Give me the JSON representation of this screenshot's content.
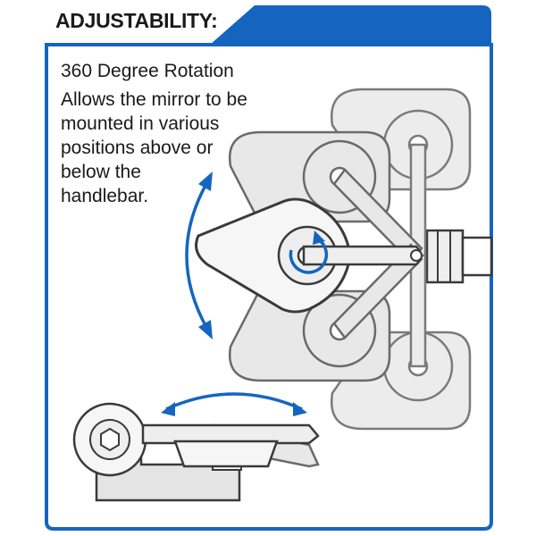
{
  "header": {
    "title": "ADJUSTABILITY:"
  },
  "feature": {
    "title": "360 Degree Rotation",
    "description_lines": [
      "Allows the mirror to be",
      "mounted in various",
      "positions above or",
      "below the",
      "handlebar."
    ]
  },
  "colors": {
    "accent_blue": "#1565c0",
    "outline": "#3a3a3a",
    "fill_light": "#eeeeee",
    "fill_mid": "#d9d9d9"
  },
  "icons": [
    "rotation-arrow-icon",
    "swing-arc-arrow-icon",
    "tilt-arc-arrow-icon",
    "hex-bolt-icon"
  ]
}
